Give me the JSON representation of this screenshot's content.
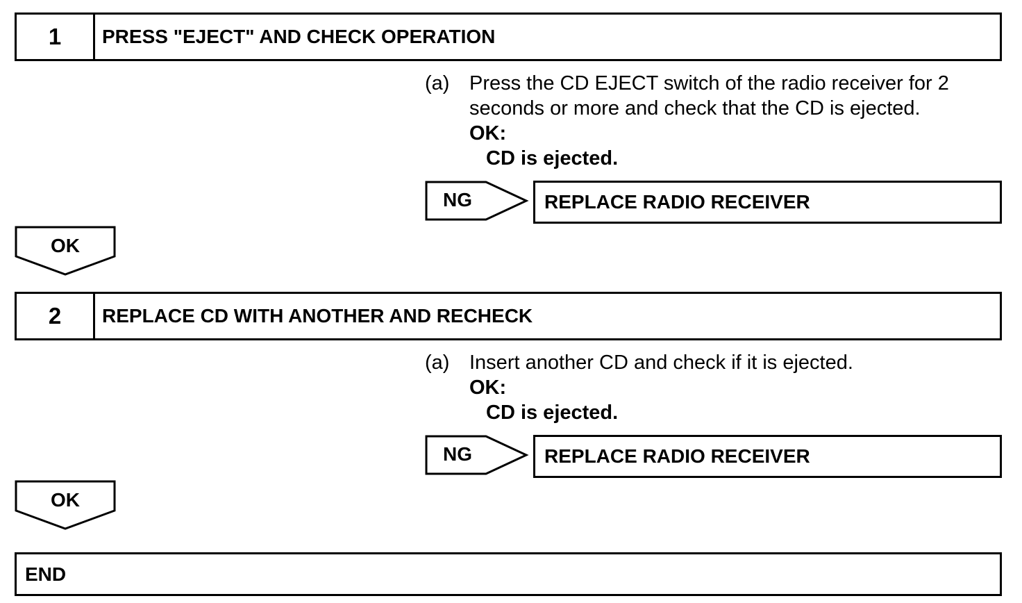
{
  "steps": [
    {
      "number": "1",
      "title": "PRESS \"EJECT\" AND CHECK OPERATION",
      "instruction": {
        "marker": "(a)",
        "lines": [
          "Press the CD EJECT switch of the radio receiver for 2",
          "seconds or more and check that the CD is ejected."
        ],
        "ok_label": "OK:",
        "ok_result": "CD is ejected."
      },
      "ng_label": "NG",
      "ng_action": "REPLACE RADIO RECEIVER",
      "ok_arrow": "OK"
    },
    {
      "number": "2",
      "title": "REPLACE CD WITH ANOTHER AND RECHECK",
      "instruction": {
        "marker": "(a)",
        "lines": [
          "Insert another CD and check if it is ejected."
        ],
        "ok_label": "OK:",
        "ok_result": "CD is ejected."
      },
      "ng_label": "NG",
      "ng_action": "REPLACE RADIO RECEIVER",
      "ok_arrow": "OK"
    }
  ],
  "end_label": "END"
}
